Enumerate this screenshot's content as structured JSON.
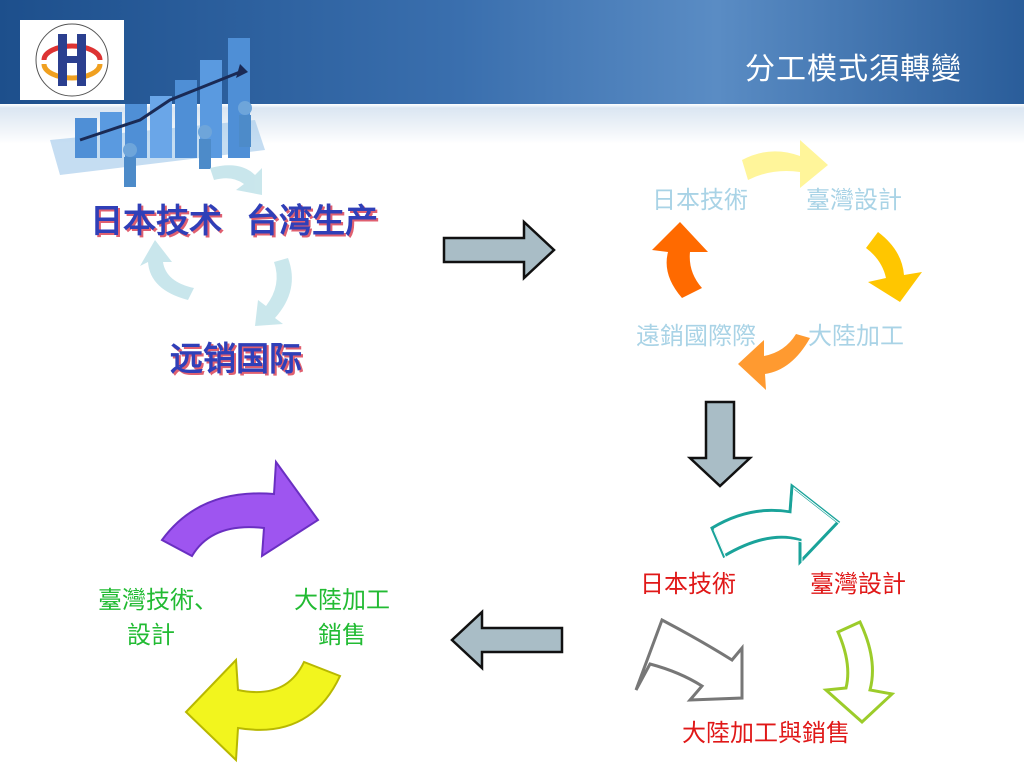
{
  "title": "分工模式須轉變",
  "diagram1": {
    "japan": "日本技术",
    "taiwan": "台湾生产",
    "export": "远销国际"
  },
  "diagram2": {
    "japan": "日本技術",
    "taiwan": "臺灣設計",
    "mainland": "大陸加工",
    "export": "遠銷國際際"
  },
  "diagram3": {
    "japan": "日本技術",
    "taiwan": "臺灣設計",
    "mainland": "大陸加工與銷售"
  },
  "diagram4": {
    "taiwan_line1": "臺灣技術、",
    "taiwan_line2": "設計",
    "mainland_line1": "大陸加工",
    "mainland_line2": "銷售"
  },
  "colors": {
    "header": "#2a5d9a",
    "diagram1_text": "#2f3fb8",
    "diagram3_text": "#e01818",
    "diagram4_text": "#22bb33",
    "flow_arrow": "#a9bdc6"
  },
  "icons": [
    "logo-icon",
    "business-growth-chart-icon"
  ]
}
